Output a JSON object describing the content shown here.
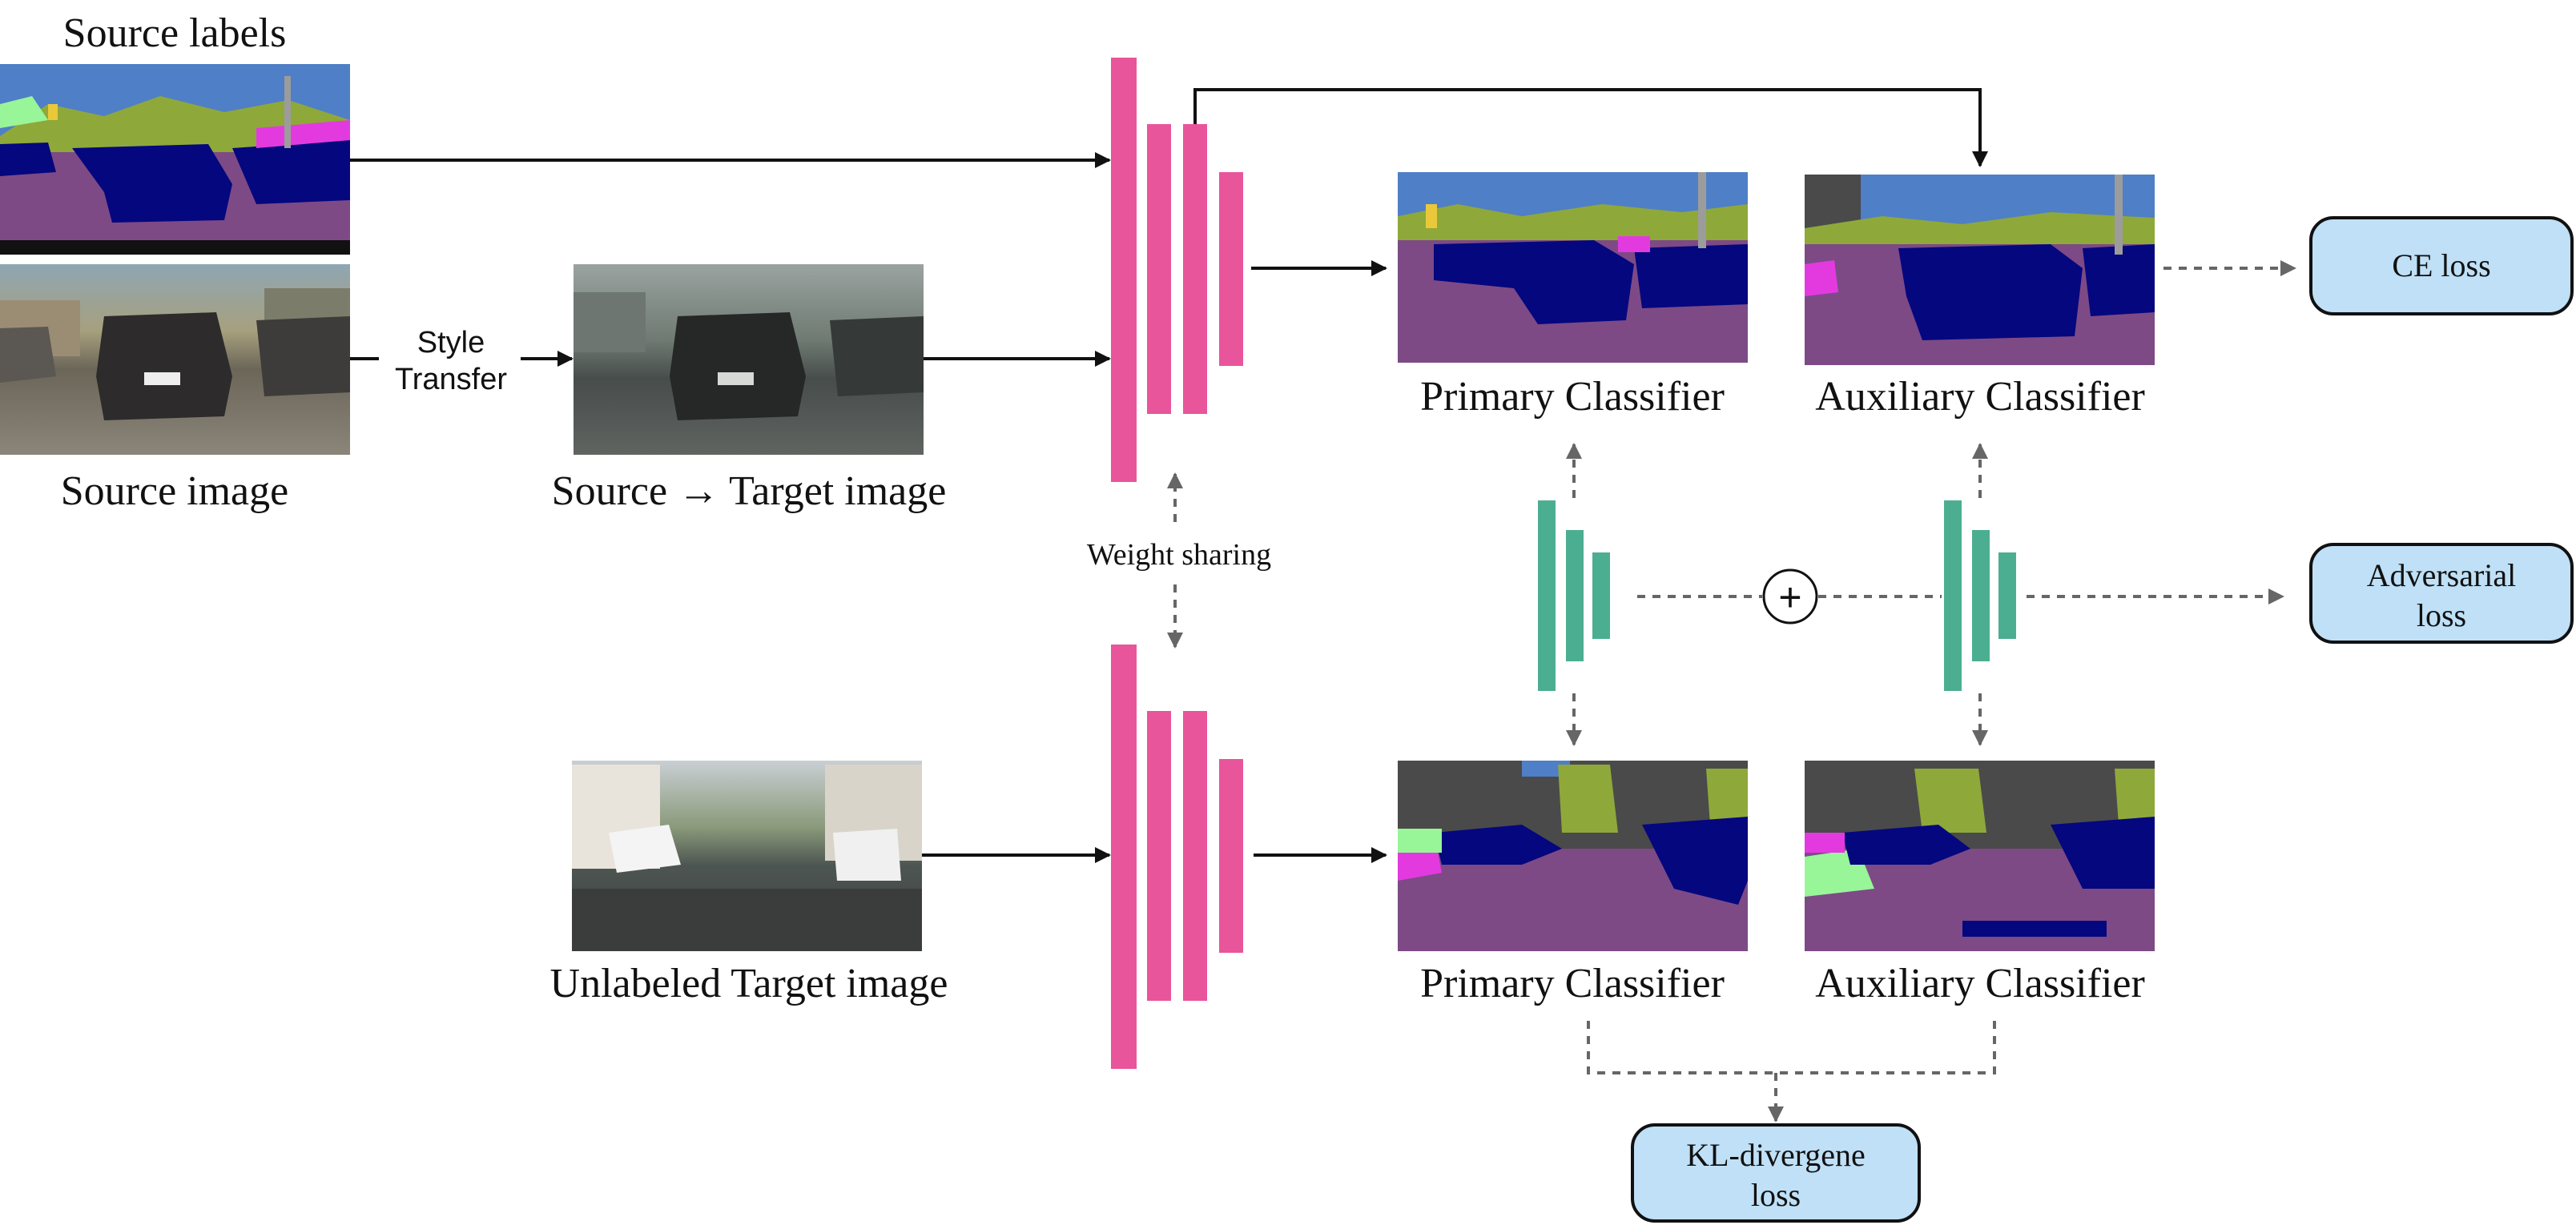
{
  "colors": {
    "encoder": "#e8559b",
    "discriminator": "#4cae90",
    "loss_box": "#bfe0f6",
    "seg_sky": "#4f7fc6",
    "seg_vegetation": "#8fa83a",
    "seg_car": "#05077e",
    "seg_road": "#7d4a86",
    "seg_building": "#4a4a4a",
    "seg_sidewalk": "#e33ae0",
    "seg_pole": "#9c9c9c",
    "seg_sign": "#e9c93a",
    "seg_terrain": "#98f598"
  },
  "labels": {
    "source_labels": "Source labels",
    "source_image": "Source image",
    "style_transfer_line1": "Style",
    "style_transfer_line2": "Transfer",
    "source_to_target": "Source → Target image",
    "unlabeled_target": "Unlabeled Target image",
    "weight_sharing": "Weight sharing",
    "primary_classifier_top": "Primary Classifier",
    "auxiliary_classifier_top": "Auxiliary Classifier",
    "primary_classifier_bottom": "Primary Classifier",
    "auxiliary_classifier_bottom": "Auxiliary Classifier",
    "plus_symbol": "+"
  },
  "losses": {
    "ce": "CE loss",
    "adversarial_line1": "Adversarial",
    "adversarial_line2": "loss",
    "kl_line1": "KL-divergene",
    "kl_line2": "loss"
  }
}
